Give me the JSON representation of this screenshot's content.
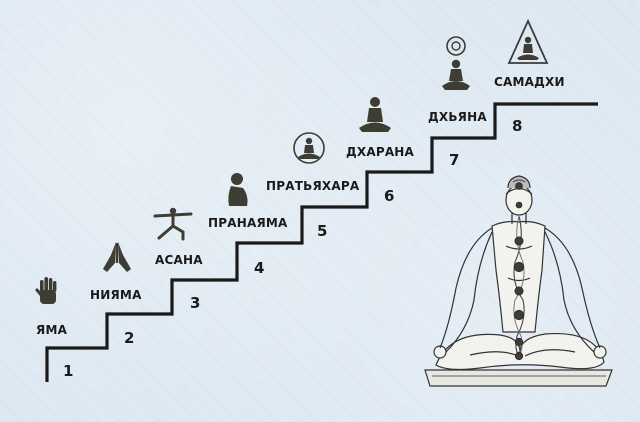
{
  "steps": [
    {
      "number": "1",
      "label": "ЯМА",
      "icon": "open-hand-icon"
    },
    {
      "number": "2",
      "label": "НИЯМА",
      "icon": "praying-hands-icon"
    },
    {
      "number": "3",
      "label": "АСАНА",
      "icon": "warrior-pose-icon"
    },
    {
      "number": "4",
      "label": "ПРАНАЯМА",
      "icon": "breathing-figure-icon"
    },
    {
      "number": "5",
      "label": "ПРАТЬЯХАРА",
      "icon": "meditator-circle-icon"
    },
    {
      "number": "6",
      "label": "ДХАРАНА",
      "icon": "seated-meditator-icon"
    },
    {
      "number": "7",
      "label": "ДХЬЯНА",
      "icon": "meditator-third-eye-icon"
    },
    {
      "number": "8",
      "label": "САМАДХИ",
      "icon": "meditator-triangle-icon"
    }
  ],
  "colors": {
    "stair": "#1a1a1a",
    "icon": "#3d3d33",
    "background": "#dde8f2"
  }
}
